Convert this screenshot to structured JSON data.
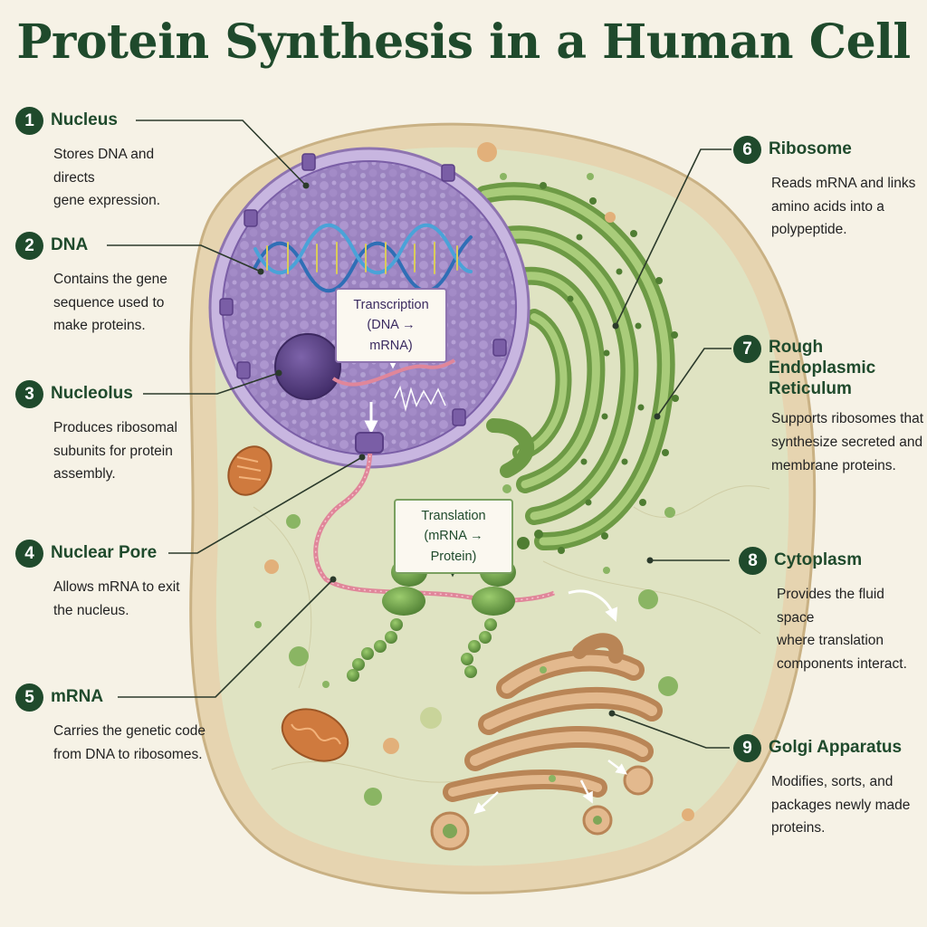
{
  "title": "Protein Synthesis in a Human Cell",
  "process_labels": {
    "transcription": {
      "line1": "Transcription",
      "line2": "(DNA → mRNA)"
    },
    "translation": {
      "line1": "Translation",
      "line2": "(mRNA → Protein)"
    }
  },
  "labels": [
    {
      "number": "1",
      "title": "Nucleus",
      "desc": [
        "Stores DNA and directs",
        "gene expression."
      ]
    },
    {
      "number": "2",
      "title": "DNA",
      "desc": [
        "Contains the gene",
        "sequence used to",
        "make proteins."
      ]
    },
    {
      "number": "3",
      "title": "Nucleolus",
      "desc": [
        "Produces ribosomal",
        "subunits for protein",
        "assembly."
      ]
    },
    {
      "number": "4",
      "title": "Nuclear Pore",
      "desc": [
        "Allows mRNA to exit",
        "the nucleus."
      ]
    },
    {
      "number": "5",
      "title": "mRNA",
      "desc": [
        "Carries the genetic code",
        "from DNA to ribosomes."
      ]
    },
    {
      "number": "6",
      "title": "Ribosome",
      "desc": [
        "Reads mRNA and links",
        "amino acids into a",
        "polypeptide."
      ]
    },
    {
      "number": "7",
      "title": "Rough Endoplasmic Reticulum",
      "title_lines": [
        "Rough Endoplasmic",
        "Reticulum"
      ],
      "desc": [
        "Supports ribosomes that",
        "synthesize secreted and",
        "membrane proteins."
      ]
    },
    {
      "number": "8",
      "title": "Cytoplasm",
      "desc": [
        "Provides the fluid space",
        "where translation",
        "components interact."
      ]
    },
    {
      "number": "9",
      "title": "Golgi Apparatus",
      "desc": [
        "Modifies, sorts, and",
        "packages newly made",
        "proteins."
      ]
    }
  ],
  "colors": {
    "title": "#1f4a2c",
    "badge": "#1f4a2c",
    "cell_membrane": "#e8d7b4",
    "cytoplasm": "#dfe3c2",
    "nucleus": "#9b83c0",
    "nucleolus": "#5d4588",
    "rough_er": "#7fa657",
    "golgi": "#d6a478",
    "mrna": "#e0869a",
    "ribosome": "#6f9c4c",
    "mitochondrion": "#cf7a3e"
  }
}
